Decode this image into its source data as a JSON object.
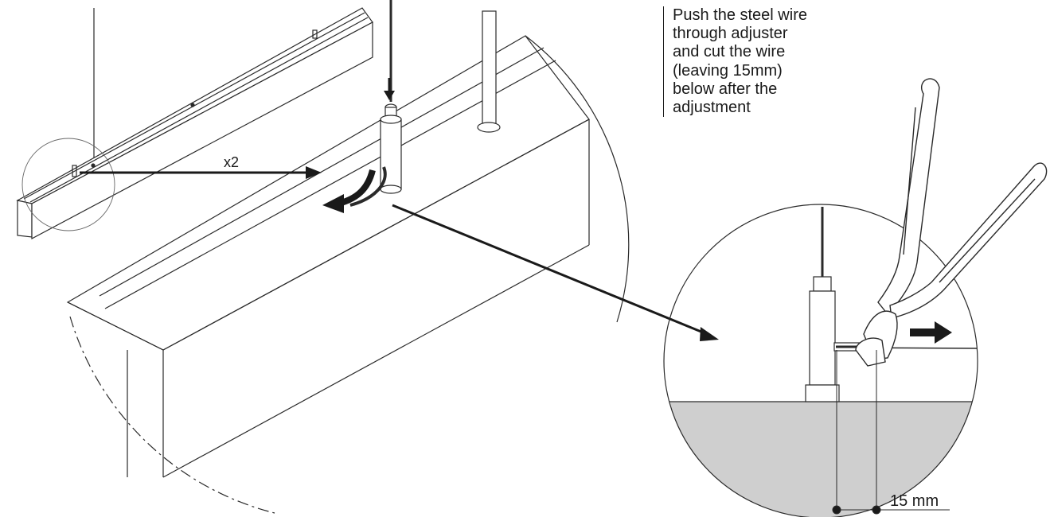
{
  "instructions": {
    "lines": [
      "Push the steel wire",
      "through adjuster",
      "and cut the wire",
      "(leaving 15mm)",
      "below after the",
      "adjustment"
    ]
  },
  "labels": {
    "multiplier": "x2",
    "dimension": "15 mm"
  }
}
